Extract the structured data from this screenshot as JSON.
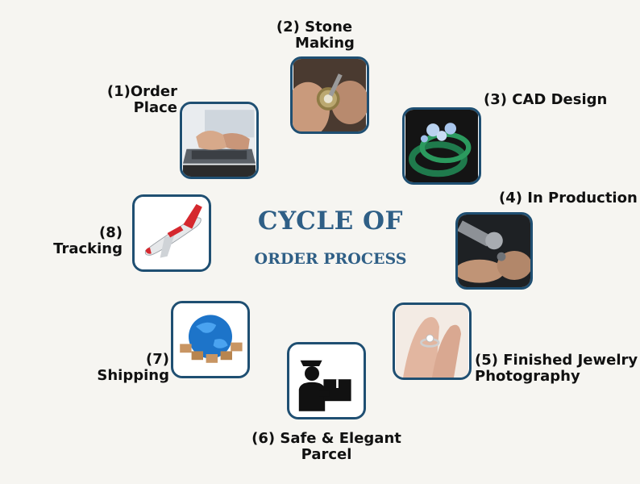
{
  "title": {
    "line1": "CYCLE OF",
    "line2": "ORDER PROCESS"
  },
  "steps": [
    {
      "line1": "(1)Order",
      "line2": "Place",
      "icon": "laptop-typing-icon"
    },
    {
      "line1": "(2) Stone",
      "line2": "Making",
      "icon": "stone-setting-icon"
    },
    {
      "line1": "(3) CAD Design",
      "icon": "cad-ring-icon"
    },
    {
      "line1": "(4) In Production",
      "icon": "polishing-icon"
    },
    {
      "line1": "(5) Finished Jewelry",
      "line2": "Photography",
      "icon": "ring-on-hand-icon"
    },
    {
      "line1": "(6) Safe & Elegant",
      "line2": "Parcel",
      "icon": "courier-parcel-icon"
    },
    {
      "line1": "(7)",
      "line2": "Shipping",
      "icon": "globe-boxes-icon"
    },
    {
      "line1": "(8)",
      "line2": "Tracking",
      "icon": "airplane-icon"
    }
  ],
  "colors": {
    "accent": "#2f5f86",
    "border": "#1f4f72",
    "background": "#f6f5f1"
  }
}
